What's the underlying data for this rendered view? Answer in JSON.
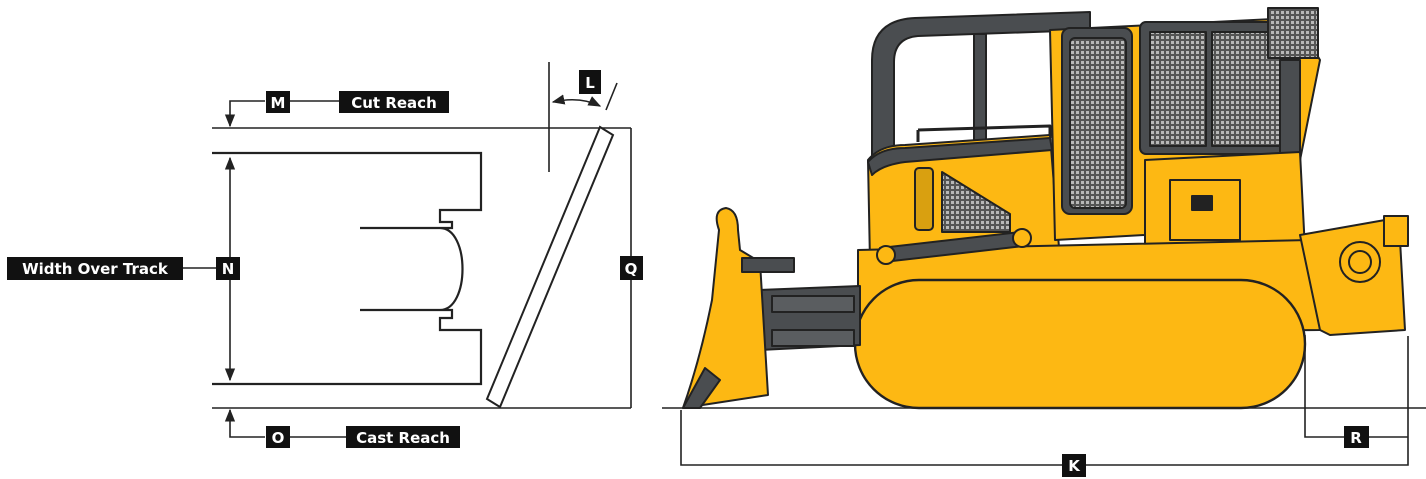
{
  "labels": {
    "cut_reach": "Cut Reach",
    "cast_reach": "Cast Reach",
    "width_over_track": "Width Over Track"
  },
  "markers": {
    "K": "K",
    "L": "L",
    "M": "M",
    "N": "N",
    "O": "O",
    "Q": "Q",
    "R": "R"
  },
  "colors": {
    "machine_yellow": "#FDB813",
    "machine_dark": "#4a4d50",
    "label_bg": "#111111",
    "line": "#222222"
  }
}
